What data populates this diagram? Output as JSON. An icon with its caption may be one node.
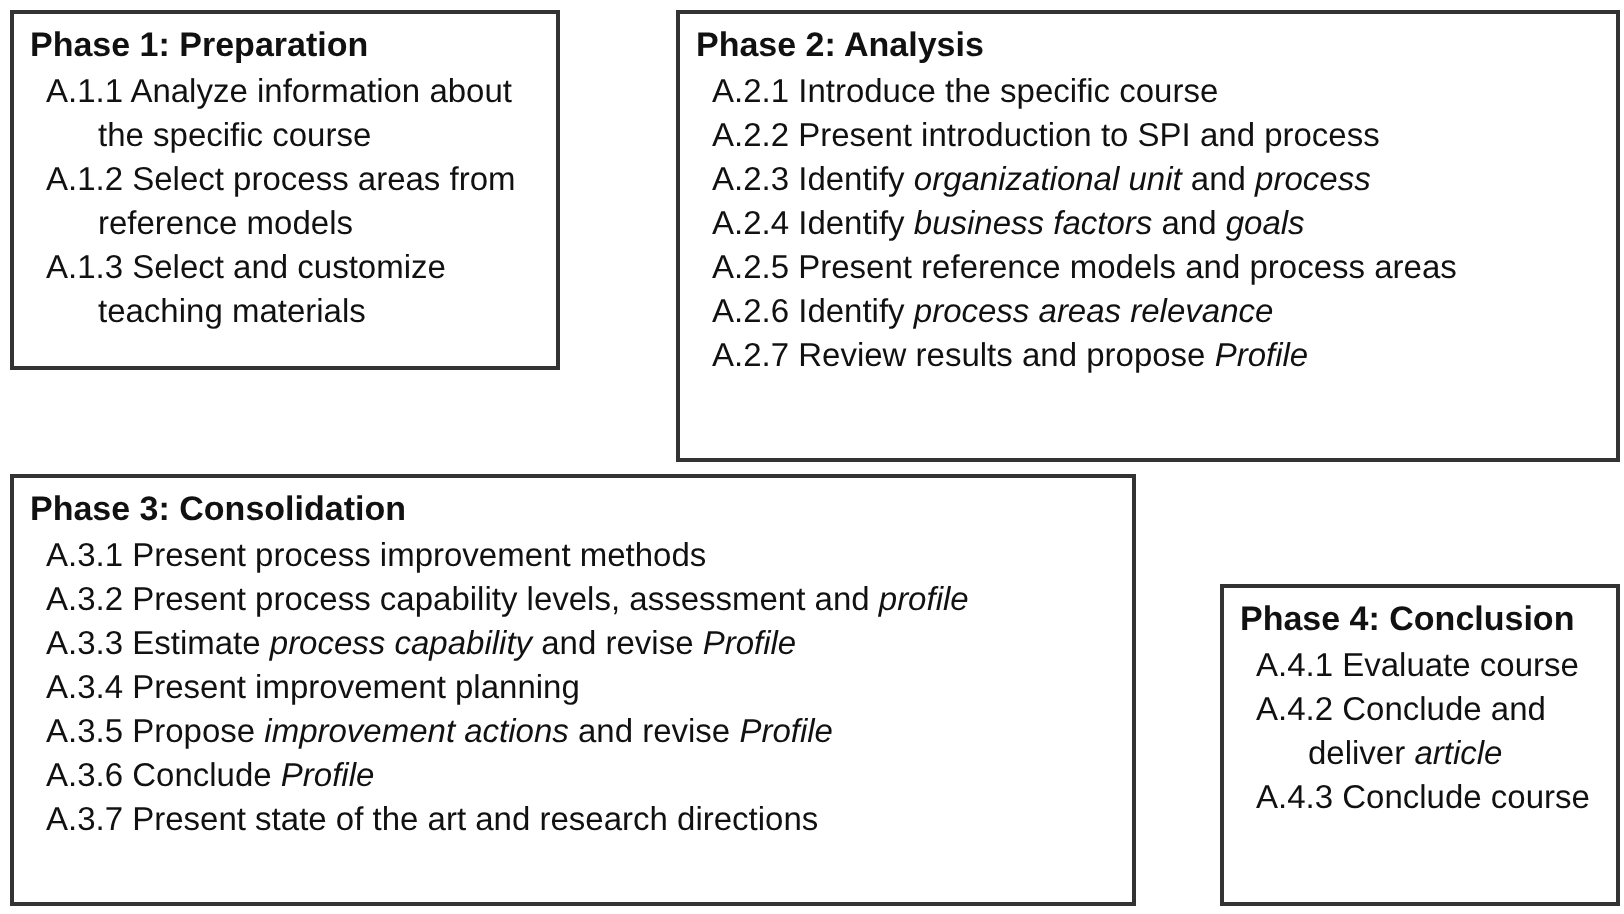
{
  "diagram": {
    "nodes": [
      {
        "text": [
          "Phase 1: Preparation",
          "A.1.1 Analyze information about the specific course",
          "A.1.2 Select process areas from reference models",
          "A.1.3 Select and customize teaching materials"
        ]
      },
      {
        "text": [
          "Phase 2: Analysis",
          "A.2.1 Introduce the specific course",
          "A.2.2 Present introduction to SPI and process",
          "A.2.3 Identify *organizational unit* and *process*",
          "A.2.4 Identify *business factors* and *goals*",
          "A.2.5 Present reference models and process areas",
          "A.2.6 Identify *process areas relevance*",
          "A.2.7 Review results and propose *Profile*"
        ]
      },
      {
        "text": [
          "Phase 3: Consolidation",
          "A.3.1 Present process improvement methods",
          "A.3.2 Present process capability levels, assessment and *profile*",
          "A.3.3 Estimate *process capability* and revise *Profile*",
          "A.3.4 Present improvement planning",
          "A.3.5 Propose *improvement actions* and revise *Profile*",
          "A.3.6 Conclude *Profile*",
          "A.3.7 Present state of the art and research directions"
        ]
      },
      {
        "text": [
          "Phase 4: Conclusion",
          "A.4.1 Evaluate course",
          "A.4.2 Conclude and deliver *article*",
          "A.4.3 Conclude course"
        ]
      }
    ]
  }
}
